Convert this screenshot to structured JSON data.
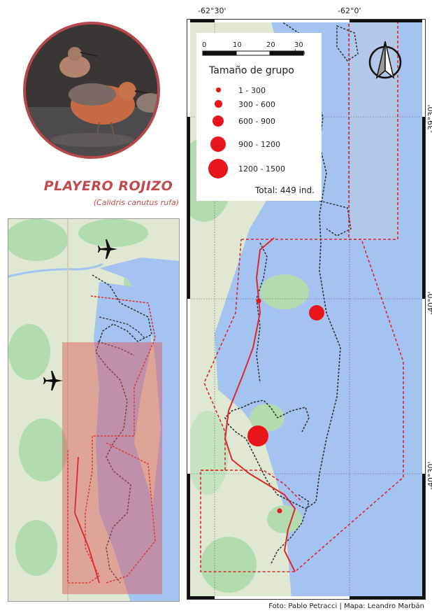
{
  "species": {
    "common_name": "PLAYERO ROJIZO",
    "scientific_name": "(Calidris canutus rufa)"
  },
  "coordinates": {
    "top_left": "-62°30'",
    "top_right": "-62°0'",
    "side_top": "-39°30'",
    "side_middle": "-40°0'",
    "side_bottom": "-40°30'"
  },
  "scale_bar": {
    "ticks": [
      "0",
      "10",
      "20",
      "30 km"
    ]
  },
  "legend": {
    "title": "Tamaño de grupo",
    "classes": [
      {
        "label": "1 - 300",
        "size_rank": 1
      },
      {
        "label": "300 - 600",
        "size_rank": 2
      },
      {
        "label": "600 - 900",
        "size_rank": 3
      },
      {
        "label": "900 - 1200",
        "size_rank": 4
      },
      {
        "label": "1200 - 1500",
        "size_rank": 5
      }
    ],
    "total": "Total: 449 ind."
  },
  "colors": {
    "water": "#a4c3f0",
    "land": "#d7e8ce",
    "land_green": "#a9d6a7",
    "sand": "#efe9d6",
    "points": "#e8161b",
    "boundary": "#e0262b",
    "highlight_box": "rgba(222,82,82,0.45)",
    "accent_text": "#c14a4c"
  },
  "icons": [
    "airplane-icon",
    "north-arrow-icon",
    "bird-photo"
  ],
  "credits": "Foto: Pablo Petracci | Mapa: Leandro Marbán"
}
